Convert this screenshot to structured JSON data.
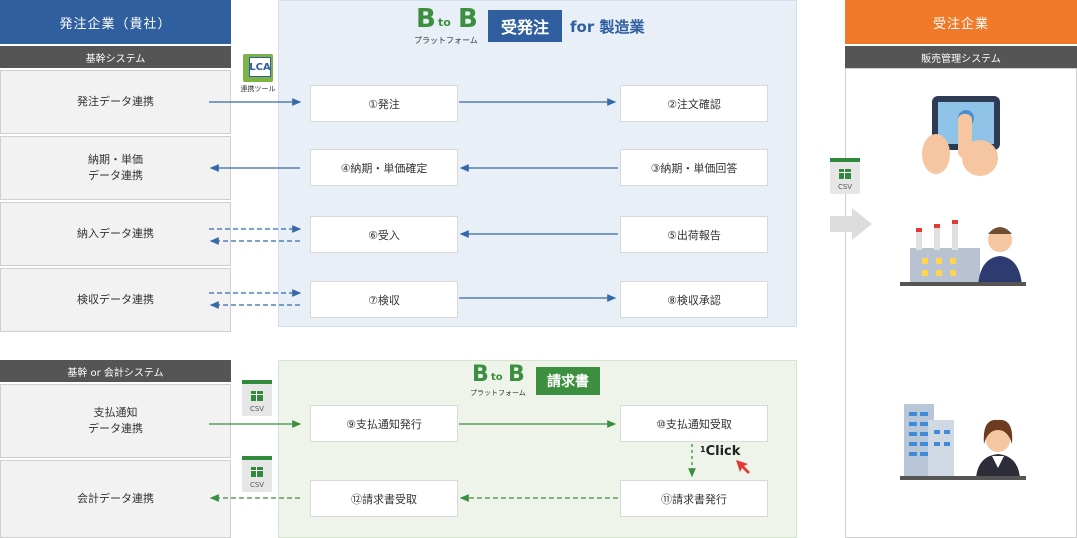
{
  "left": {
    "header": "発注企業（貴社）",
    "sub1": "基幹システム",
    "cells1": [
      "発注データ連携",
      "納期・単価\nデータ連携",
      "納入データ連携",
      "検収データ連携"
    ],
    "sub2": "基幹 or 会計システム",
    "cells2": [
      "支払通知\nデータ連携",
      "会計データ連携"
    ]
  },
  "right": {
    "header": "受注企業",
    "sub": "販売管理システム"
  },
  "logo_top": {
    "b1": "B",
    "to": "to",
    "b2": "B",
    "platform": "プラットフォーム",
    "badge": "受発注",
    "tail": "for 製造業"
  },
  "logo_bottom": {
    "b1": "B",
    "to": "to",
    "b2": "B",
    "platform": "プラットフォーム",
    "badge": "請求書"
  },
  "lca": {
    "letters": "LCA",
    "caption": "連携ツール"
  },
  "csv_label": "CSV",
  "order_boxes": {
    "left": [
      "①発注",
      "④納期・単価確定",
      "⑥受入",
      "⑦検収"
    ],
    "right": [
      "②注文確認",
      "③納期・単価回答",
      "⑤出荷報告",
      "⑧検収承認"
    ]
  },
  "invoice_boxes": {
    "left": [
      "⑨支払通知発行",
      "⑫請求書受取"
    ],
    "right": [
      "⑩支払通知受取",
      "⑪請求書発行"
    ]
  },
  "click_label": "Click",
  "click_num": "1",
  "colors": {
    "blue": "#2f5f9e",
    "orange": "#f07a2a",
    "green": "#2f8a3c",
    "arrow_blue": "#3569a8",
    "arrow_green": "#3b8f3e"
  }
}
